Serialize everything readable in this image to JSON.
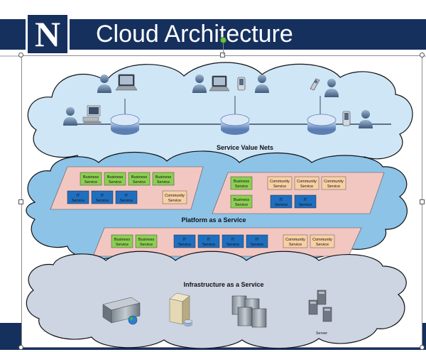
{
  "header": {
    "logo_letter": "N",
    "title": "Cloud Architecture"
  },
  "layers": {
    "service_value_nets": "Service Value Nets",
    "platform": "Platform as a Service",
    "infrastructure": "Infrastructure as a Service"
  },
  "services": {
    "business": [
      "Business",
      "Service"
    ],
    "it": [
      "IT",
      "Service"
    ],
    "community": [
      "Community",
      "Service"
    ]
  },
  "server_label": "Server",
  "colors": {
    "header_navy": "#16305e",
    "cloud_light_blue": "#cfe6f7",
    "cloud_mid_blue": "#8ec3e8",
    "cloud_gray": "#cdd5e3",
    "panel_pink": "#f2c7c2",
    "business_green": "#8ccf52",
    "it_blue": "#1f6fc0",
    "community_peach": "#f9cfa4"
  }
}
